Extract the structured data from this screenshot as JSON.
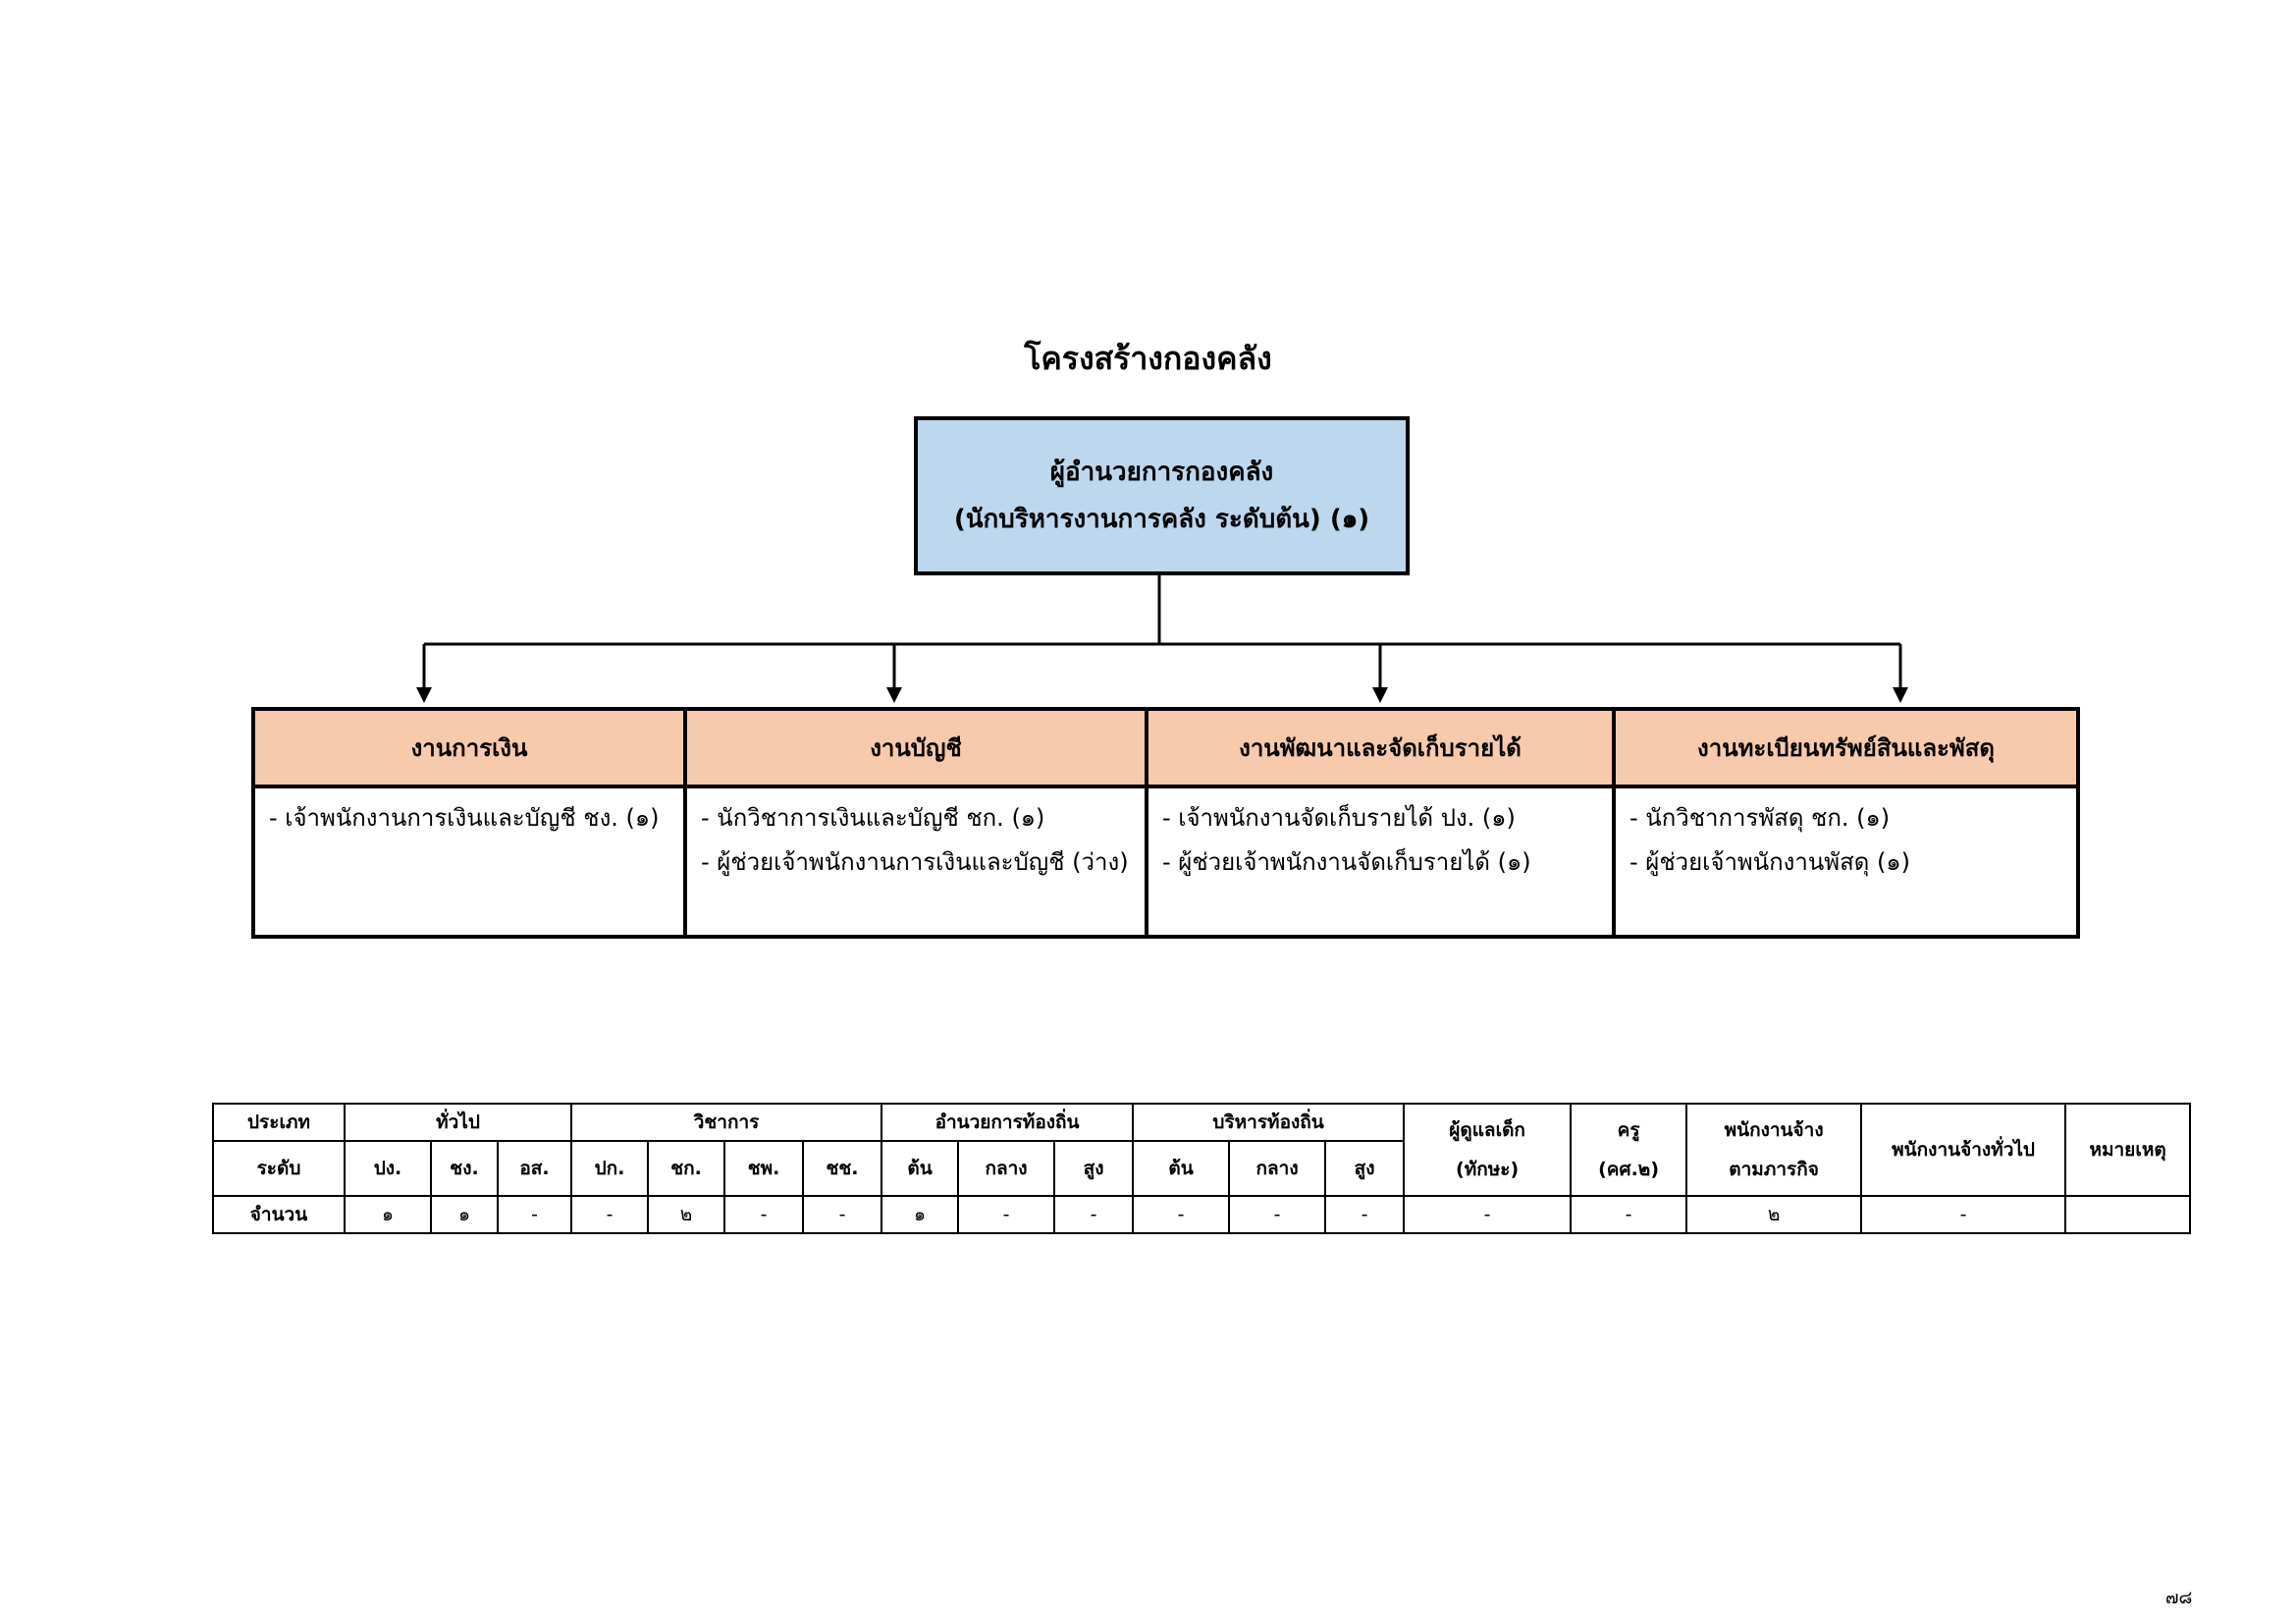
{
  "title": "โครงสร้างกองคลัง",
  "head": {
    "line1": "ผู้อำนวยการกองคลัง",
    "line2": "(นักบริหารงานการคลัง ระดับต้น) (๑)"
  },
  "units": [
    {
      "name": "งานการเงิน",
      "staff": [
        "- เจ้าพนักงานการเงินและบัญชี ชง. (๑)"
      ]
    },
    {
      "name": "งานบัญชี",
      "staff": [
        "- นักวิชาการเงินและบัญชี ชก. (๑)",
        "- ผู้ช่วยเจ้าพนักงานการเงินและบัญชี (ว่าง)"
      ]
    },
    {
      "name": "งานพัฒนาและจัดเก็บรายได้",
      "staff": [
        "- เจ้าพนักงานจัดเก็บรายได้ ปง.  (๑)",
        "- ผู้ช่วยเจ้าพนักงานจัดเก็บรายได้ (๑)"
      ]
    },
    {
      "name": "งานทะเบียนทรัพย์สินและพัสดุ",
      "staff": [
        "- นักวิชาการพัสดุ ชก. (๑)",
        "- ผู้ช่วยเจ้าพนักงานพัสดุ (๑)"
      ]
    }
  ],
  "table": {
    "row_type_label": "ประเภท",
    "row_level_label": "ระดับ",
    "row_count_label": "จำนวน",
    "groups": {
      "general": "ทั่วไป",
      "academic": "วิชาการ",
      "local_director": "อำนวยการท้องถิ่น",
      "local_executive": "บริหารท้องถิ่น"
    },
    "levels": {
      "general": [
        "ปง.",
        "ชง.",
        "อส."
      ],
      "academic": [
        "ปก.",
        "ชก.",
        "ชพ.",
        "ชช."
      ],
      "local_director": [
        "ต้น",
        "กลาง",
        "สูง"
      ],
      "local_executive": [
        "ต้น",
        "กลาง",
        "สูง"
      ]
    },
    "extra_cols": {
      "childcare_1": "ผู้ดูแลเด็ก",
      "childcare_2": "(ทักษะ)",
      "teacher_1": "ครู",
      "teacher_2": "(คศ.๒)",
      "mission_1": "พนักงานจ้าง",
      "mission_2": "ตามภารกิจ",
      "general_employee": "พนักงานจ้างทั่วไป",
      "remarks": "หมายเหตุ"
    },
    "counts": [
      "๑",
      "๑",
      "-",
      "-",
      "๒",
      "-",
      "-",
      "๑",
      "-",
      "-",
      "-",
      "-",
      "-",
      "-",
      "-",
      "๒",
      "-",
      ""
    ]
  },
  "page_number": "๗๘"
}
